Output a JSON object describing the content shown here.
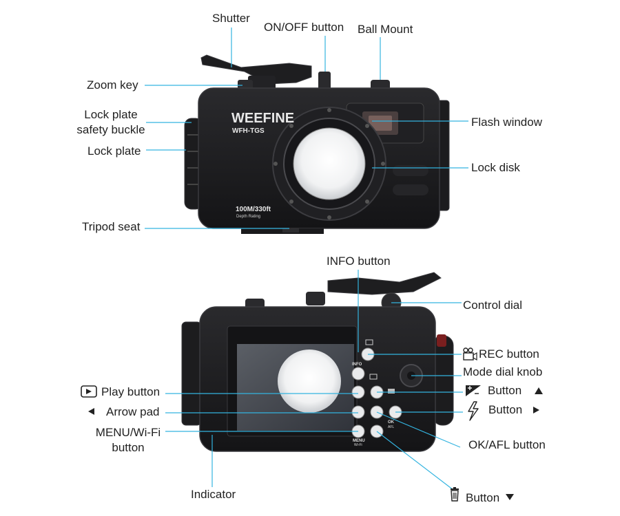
{
  "front": {
    "brand": "WEEFINE",
    "model": "WFH-TGS",
    "depth": "100M/330ft",
    "depth_sub": "Depth Rating"
  },
  "back": {
    "btn_info": "INFO",
    "btn_menu": "MENU",
    "btn_menu_sub": "Wi-Fi",
    "btn_ok": "OK",
    "btn_ok_sub": "AFL"
  },
  "labels": {
    "shutter": "Shutter",
    "on_off": "ON/OFF button",
    "ball_mount": "Ball Mount",
    "zoom_key": "Zoom key",
    "lock_plate_safety_1": "Lock plate",
    "lock_plate_safety_2": "safety buckle",
    "lock_plate": "Lock plate",
    "flash_window": "Flash window",
    "lock_disk": "Lock disk",
    "tripod_seat": "Tripod seat",
    "info_button": "INFO button",
    "control_dial": "Control dial",
    "rec_button": "REC button",
    "mode_dial_knob": "Mode dial knob",
    "button_up": "Button",
    "play_button": "Play button",
    "button_right": "Button",
    "arrow_pad": "Arrow pad",
    "menu_wifi_1": "MENU/Wi-Fi",
    "menu_wifi_2": "button",
    "ok_afl": "OK/AFL button",
    "indicator": "Indicator",
    "button_down": "Button"
  },
  "icons": {
    "play": "play-icon",
    "rec": "video-camera-icon",
    "exposure": "exposure-compensation-icon",
    "flash": "flash-icon",
    "trash": "trash-icon",
    "arrow_left": "triangle-left-icon",
    "arrow_up": "triangle-up-icon",
    "arrow_right": "triangle-right-icon",
    "arrow_down": "triangle-down-icon"
  },
  "colors": {
    "leader": "#33b4e0",
    "housing": "#1b1b1d",
    "housing_edge": "#3a3a3e",
    "text": "#222222"
  }
}
